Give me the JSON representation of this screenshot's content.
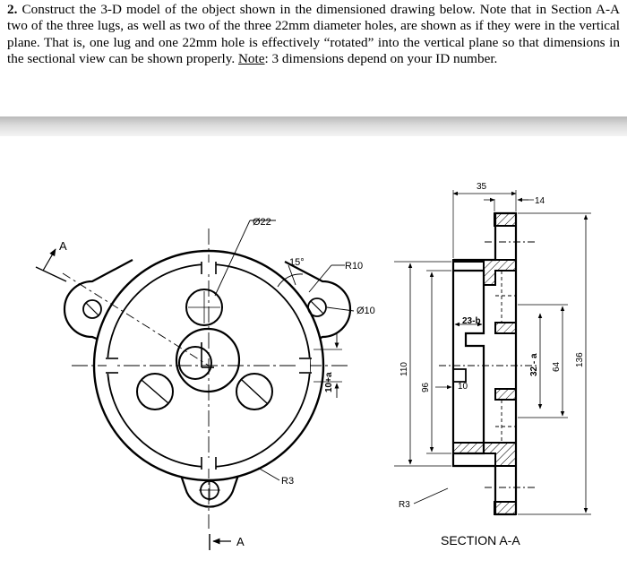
{
  "problem": {
    "number": "2.",
    "text": " Construct the 3-D model of the object shown in the dimensioned drawing below. Note that in Section A-A two of the three lugs, as well as two of the three 22mm diameter holes, are shown as if they were in the vertical plane. That is, one lug and one 22mm hole is effectively “rotated” into the vertical plane so that dimensions in the sectional view can be shown properly. ",
    "note_label": "Note",
    "note_text": ": 3 dimensions depend on your ID number."
  },
  "front_view": {
    "cut_label_top": "A",
    "cut_label_bottom": "A",
    "dim_hole": "Ø22",
    "dim_angle": "15°",
    "dim_r10": "R10",
    "dim_small_hole": "Ø10",
    "dim_r3": "R3",
    "dim_height": "10+a"
  },
  "section_view": {
    "title": "SECTION A-A",
    "dim_35": "35",
    "dim_14": "14",
    "dim_23b": "23-b",
    "dim_10": "10",
    "dim_32a": "32 - a",
    "dim_64": "64",
    "dim_136": "136",
    "dim_110": "110",
    "dim_96": "96",
    "dim_r3": "R3"
  }
}
